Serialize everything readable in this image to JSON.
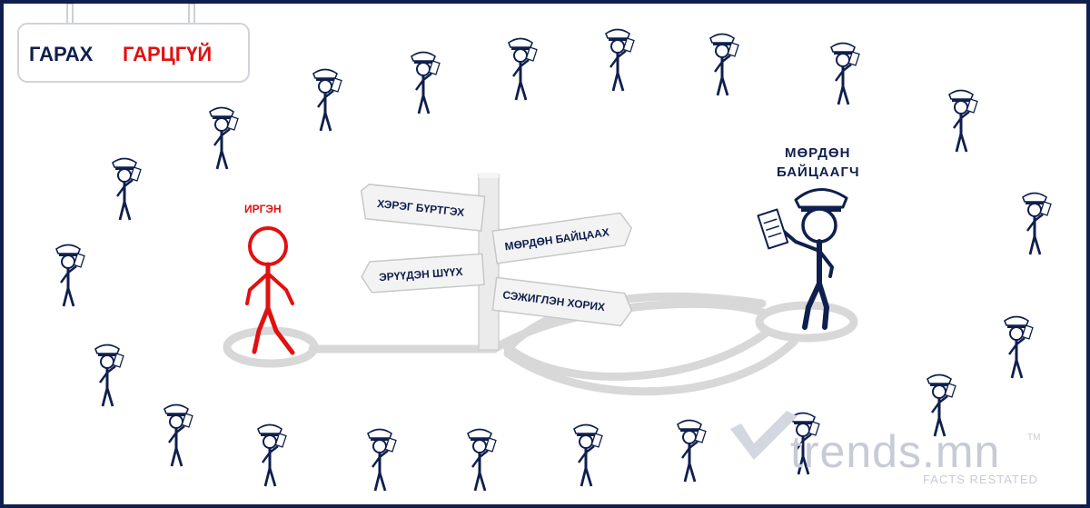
{
  "title": {
    "part1": "ГАРАХ",
    "part2": "ГАРЦГҮЙ"
  },
  "citizen": {
    "label": "ИРГЭН"
  },
  "investigator": {
    "label_line1": "МӨРДӨН",
    "label_line2": "БАЙЦААГЧ"
  },
  "signpost": {
    "sign1": "ХЭРЭГ БҮРТГЭХ",
    "sign2": "МӨРДӨН БАЙЦААХ",
    "sign3": "ЭРҮҮДЭН ШҮҮХ",
    "sign4": "СЭЖИГЛЭН ХОРИХ"
  },
  "watermark": {
    "brand": "trends.mn",
    "tm": "TM",
    "tagline": "FACTS RESTATED"
  },
  "colors": {
    "navy": "#0f1f4d",
    "red": "#e01111",
    "gray": "#d5d5d5"
  }
}
